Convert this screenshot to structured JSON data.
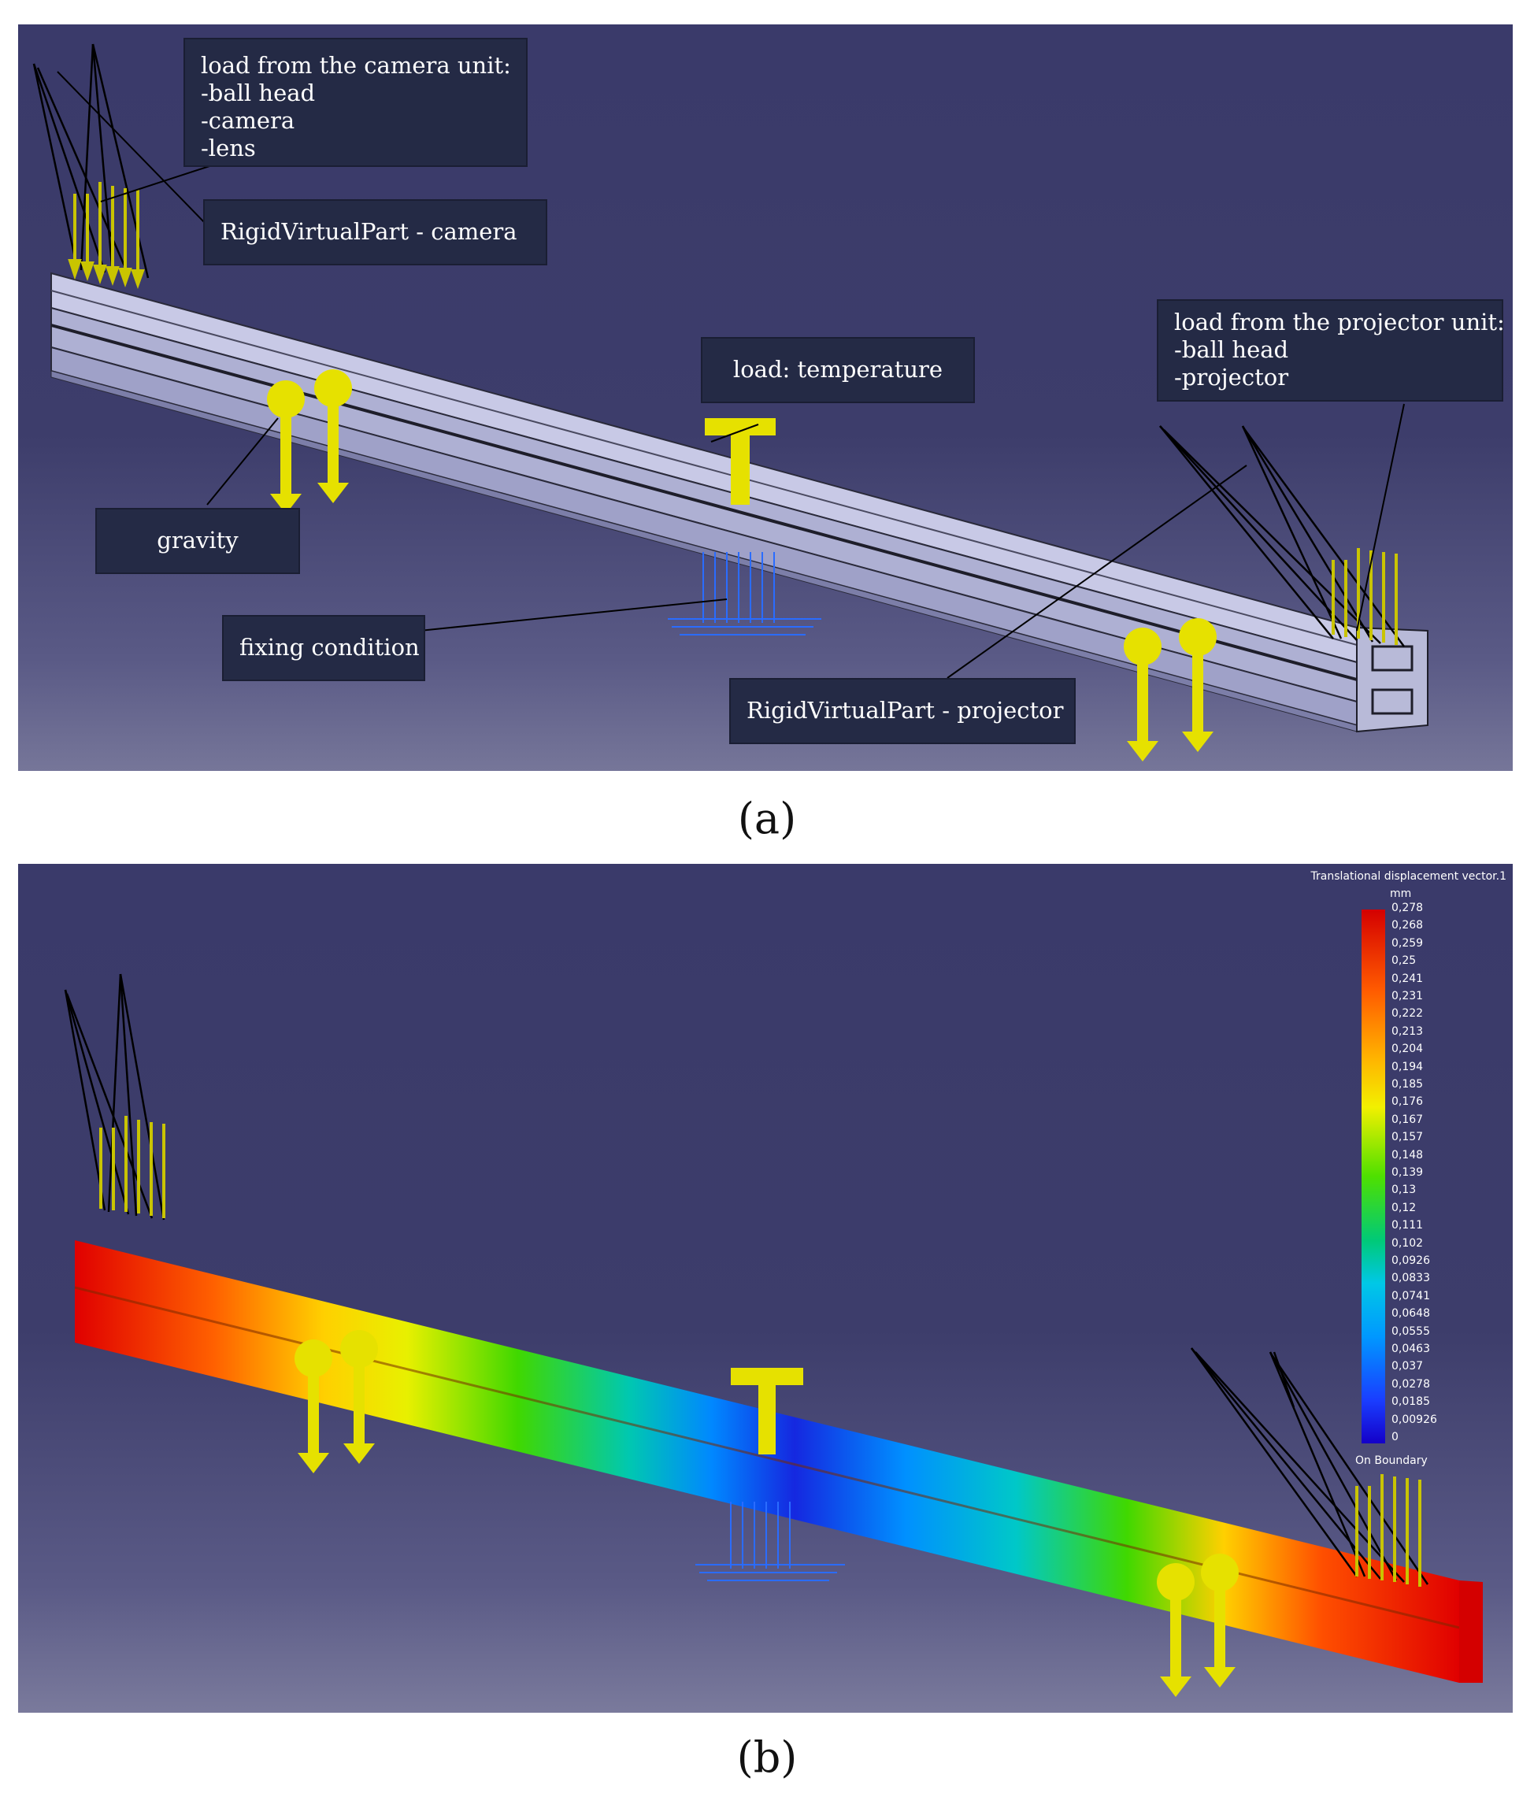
{
  "panel_a": {
    "caption": "(a)",
    "labels": {
      "camera_load": [
        "load from the camera unit:",
        "-ball head",
        "-camera",
        "-lens"
      ],
      "camera_rigid": "RigidVirtualPart - camera",
      "temperature": "load: temperature",
      "projector_load": [
        "load from the projector unit:",
        "-ball head",
        "-projector"
      ],
      "gravity": "gravity",
      "fixing": "fixing condition",
      "projector_rigid": "RigidVirtualPart - projector"
    }
  },
  "panel_b": {
    "caption": "(b)",
    "legend": {
      "title": "Translational displacement vector.1",
      "unit": "mm",
      "ticks": [
        "0,278",
        "0,268",
        "0,259",
        "0,25",
        "0,241",
        "0,231",
        "0,222",
        "0,213",
        "0,204",
        "0,194",
        "0,185",
        "0,176",
        "0,167",
        "0,157",
        "0,148",
        "0,139",
        "0,13",
        "0,12",
        "0,111",
        "0,102",
        "0,0926",
        "0,0833",
        "0,0741",
        "0,0648",
        "0,0555",
        "0,0463",
        "0,037",
        "0,0278",
        "0,0185",
        "0,00926",
        "0"
      ],
      "footer": "On Boundary",
      "colors": {
        "max": "#d40000",
        "mid": "#4ee000",
        "min": "#1400c8"
      }
    }
  },
  "colors": {
    "background_top": "#3a3a6a",
    "beam_plain": "#b2b3d6",
    "load_arrow": "#e6e100",
    "fixing": "#2a6cff",
    "label_box": "#242a45"
  }
}
